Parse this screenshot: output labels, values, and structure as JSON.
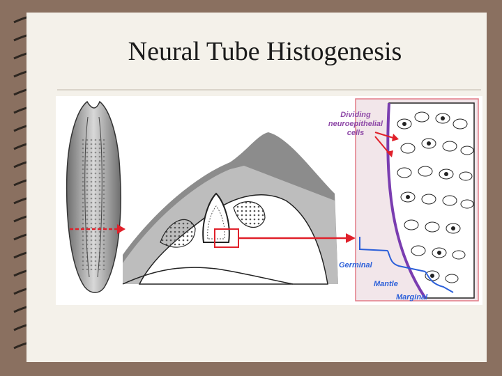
{
  "slide": {
    "title": "Neural Tube Histogenesis"
  },
  "figure": {
    "labels": {
      "dividing_line1": "Dividing",
      "dividing_line2": "neuroepithelial",
      "dividing_line3": "cells",
      "germinal": "Germinal",
      "mantle": "Mantle",
      "marginal": "Marginal"
    }
  },
  "colors": {
    "arrow_red": "#e0202a",
    "label_purple": "#8f4aa8",
    "bracket_blue": "#2b5fd9",
    "highlight_box": "#e27a86",
    "bar_purple": "#7a3db0"
  }
}
